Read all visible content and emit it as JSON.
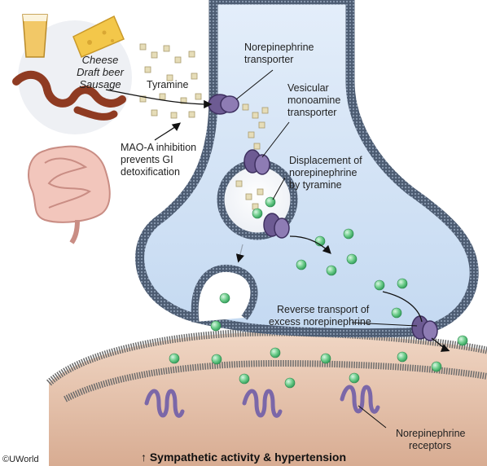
{
  "foods": {
    "line1": "Cheese",
    "line2": "Draft beer",
    "line3": "Sausage"
  },
  "labels": {
    "tyramine": "Tyramine",
    "mao_line1": "MAO-A inhibition",
    "mao_line2": "prevents GI",
    "mao_line3": "detoxification",
    "net_line1": "Norepinephrine",
    "net_line2": "transporter",
    "vmat_line1": "Vesicular",
    "vmat_line2": "monoamine",
    "vmat_line3": "transporter",
    "disp_line1": "Displacement of",
    "disp_line2": "norepinephrine",
    "disp_line3": "by tyramine",
    "rev_line1": "Reverse transport of",
    "rev_line2": "excess norepinephrine",
    "rec_line1": "Norepinephrine",
    "rec_line2": "receptors"
  },
  "bottom_title": "↑ Sympathetic activity & hypertension",
  "copyright": "©UWorld",
  "colors": {
    "cytoplasm": "#cfe2f6",
    "membrane": "#5a6a80",
    "norepinephrine": "#6ccc8a",
    "tyramine": "#e6ddb8",
    "transporter": "#7b6a9e",
    "postsynaptic": "#e8c8b4"
  }
}
